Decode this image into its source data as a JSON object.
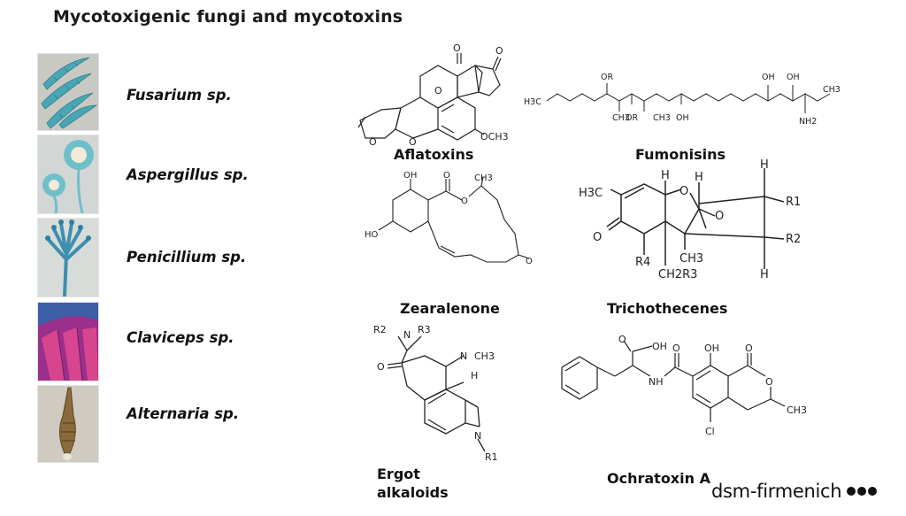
{
  "title": "Mycotoxigenic fungi and mycotoxins",
  "fungi": [
    {
      "name": "Fusarium sp."
    },
    {
      "name": "Aspergillus sp."
    },
    {
      "name": "Penicillium sp."
    },
    {
      "name": "Claviceps sp."
    },
    {
      "name": "Alternaria sp."
    }
  ],
  "mycotoxins": {
    "aflatoxins": "Aflatoxins",
    "fumonisins": "Fumonisins",
    "zearalenone": "Zearalenone",
    "trichothecenes": "Trichothecenes",
    "ergot_line1": "Ergot",
    "ergot_line2": "alkaloids",
    "ochratoxin": "Ochratoxin A"
  },
  "structure_labels": {
    "aflatoxin": {
      "o1": "O",
      "o2": "O",
      "o3": "O",
      "o4": "O",
      "o5": "O",
      "och3": "OCH3"
    },
    "fumonisin": {
      "h3c": "H3C",
      "or1": "OR",
      "or2": "OR",
      "ch3a": "CH3",
      "ch3b": "CH3",
      "oh1": "OH",
      "oh2": "OH",
      "oh3": "OH",
      "ch3c": "CH3",
      "nh2": "NH2"
    },
    "zearalenone": {
      "oh1": "OH",
      "ho": "HO",
      "o1": "O",
      "o2": "O",
      "ch3": "CH3",
      "o3": "O"
    },
    "trichothecene": {
      "h3c": "H3C",
      "h1": "H",
      "o1": "O",
      "h2": "H",
      "h3": "H",
      "o2": "O",
      "r1": "R1",
      "r2": "R2",
      "o3": "O",
      "r4": "R4",
      "ch3": "CH3",
      "ch2r3": "CH2R3",
      "h4": "H"
    },
    "ergot": {
      "r2": "R2",
      "n1": "N",
      "r3": "R3",
      "o": "O",
      "n2": "N",
      "ch3": "CH3",
      "h": "H",
      "n3": "N",
      "r1": "R1"
    },
    "ochratoxin": {
      "oh1": "OH",
      "o1": "O",
      "o2": "O",
      "oh2": "OH",
      "o3": "O",
      "nh": "NH",
      "o4": "O",
      "ch3": "CH3",
      "cl": "Cl"
    }
  },
  "brand": "dsm-firmenich"
}
